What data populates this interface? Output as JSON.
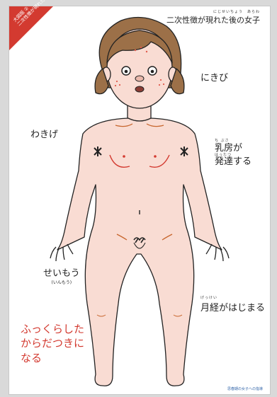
{
  "corner": {
    "line1": "大図版 ②",
    "line2": "二次性徴が現れた後の女子"
  },
  "title": {
    "ruby": "にじせいちょう　あらわ",
    "text": "二次性徴が現れた後の女子"
  },
  "labels": {
    "acne": "にきび",
    "armpit_hair": "わきげ",
    "breast_ruby": "ち ぶさ",
    "breast_line1": "乳房が",
    "breast_ruby2": "はったつ",
    "breast_line2": "発達する",
    "pubic_hair": "せいもう",
    "pubic_hair_reading": "(いんもう)",
    "menstruation_ruby": "げっけい",
    "menstruation": "月経がはじまる",
    "rounded_line1": "ふっくらした",
    "rounded_line2": "からだつきに",
    "rounded_line3": "なる"
  },
  "footer": "思春期の女子への指導"
}
